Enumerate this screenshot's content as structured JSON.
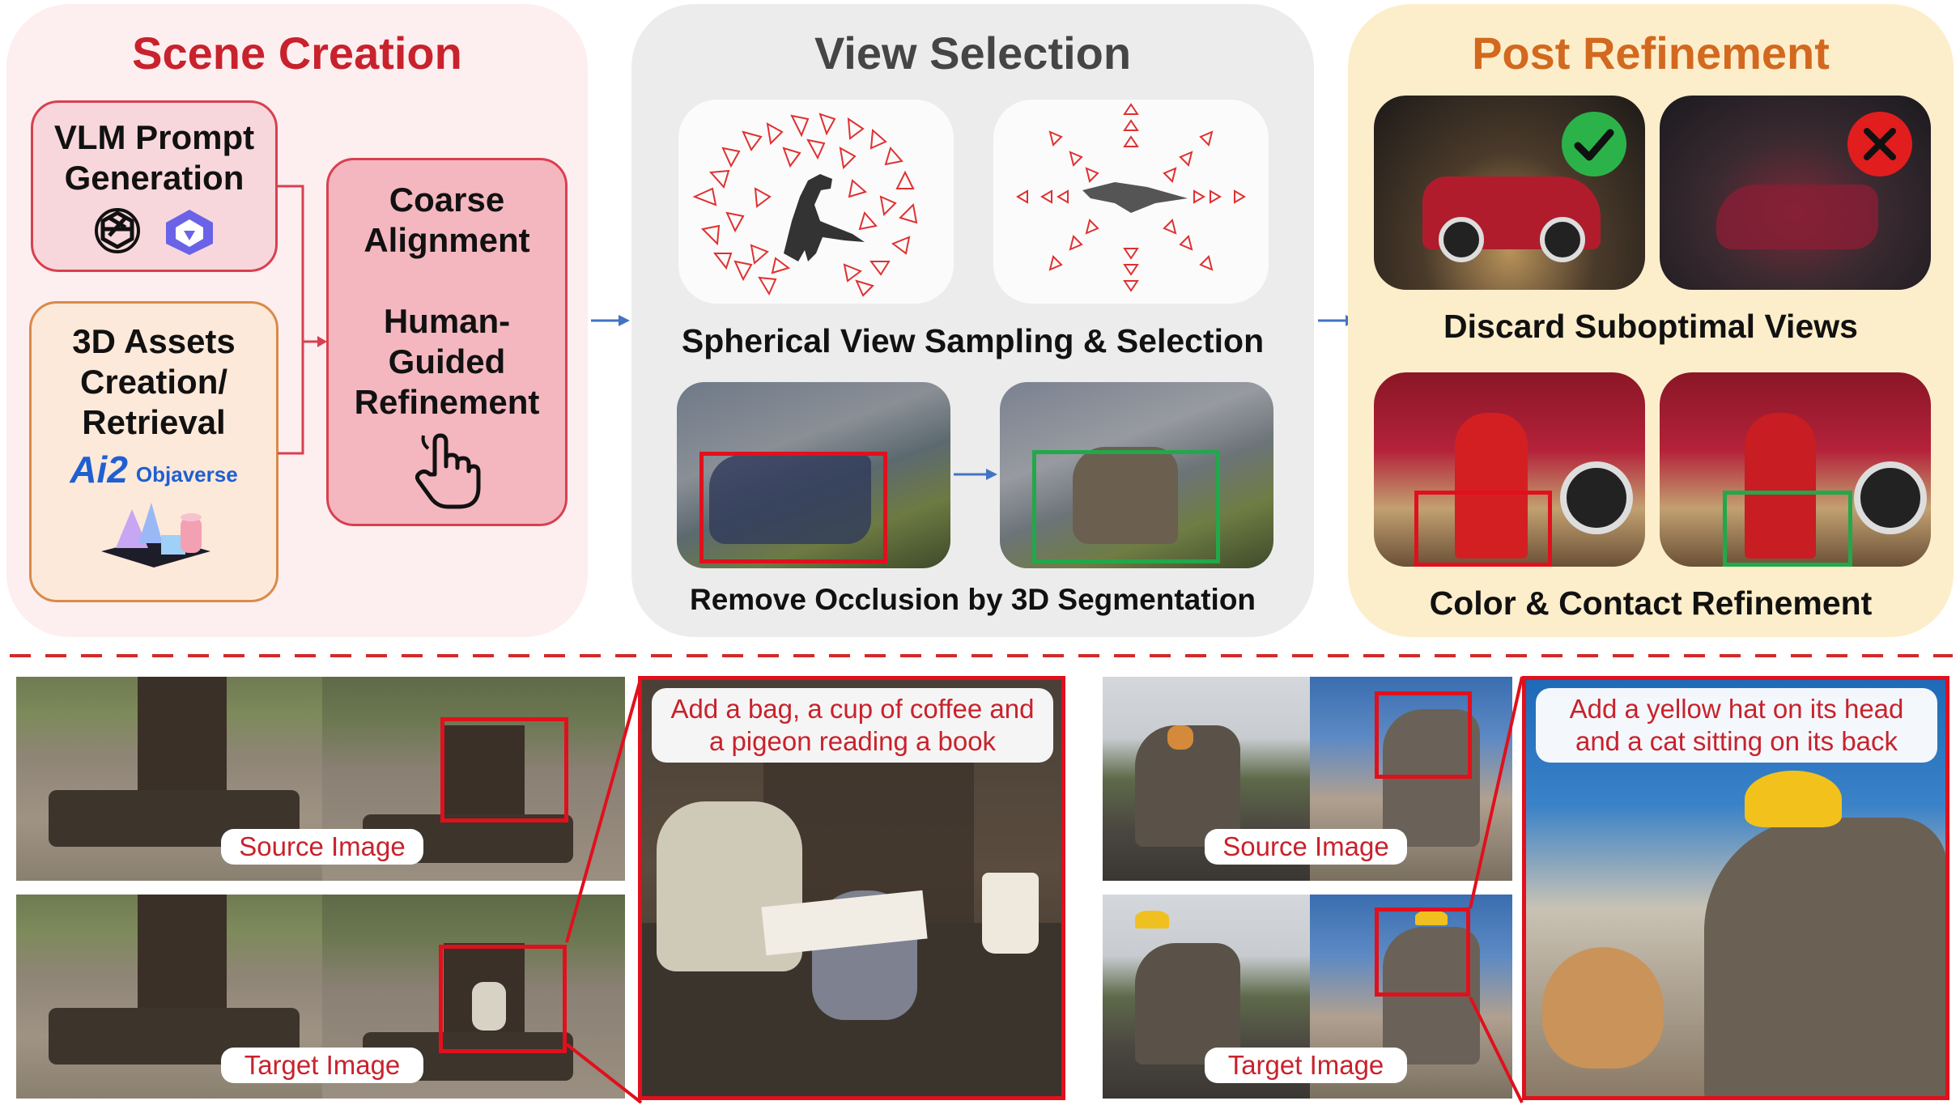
{
  "scene_creation": {
    "title": "Scene Creation",
    "vlm_box": {
      "line1": "VLM Prompt",
      "line2": "Generation"
    },
    "assets_box": {
      "line1": "3D Assets",
      "line2": "Creation/",
      "line3": "Retrieval",
      "logo_ai2": "Ai2",
      "logo_objaverse": "Objaverse"
    },
    "alignment_box": {
      "line1": "Coarse",
      "line2": "Alignment",
      "line3": "Human-",
      "line4": "Guided",
      "line5": "Refinement"
    }
  },
  "view_selection": {
    "title": "View Selection",
    "caption_top": "Spherical View Sampling & Selection",
    "caption_bottom": "Remove Occlusion by 3D Segmentation"
  },
  "post_refinement": {
    "title": "Post Refinement",
    "caption_top": "Discard Suboptimal Views",
    "caption_bottom": "Color & Contact Refinement"
  },
  "examples": {
    "left": {
      "source_label": "Source Image",
      "target_label": "Target Image",
      "prompt_line1": "Add a bag, a cup of coffee and",
      "prompt_line2": "a pigeon reading a book"
    },
    "right": {
      "source_label": "Source Image",
      "target_label": "Target Image",
      "prompt_line1": "Add a yellow hat on its head",
      "prompt_line2": "and a cat sitting on its back"
    }
  },
  "colors": {
    "scene_title": "#c8222c",
    "view_title": "#454545",
    "post_title": "#d2691e",
    "scene_panel": "#fdeef0",
    "view_panel": "#ececec",
    "post_panel": "#fdeecb",
    "accent_red": "#e0101c",
    "arrow_blue": "#4472c4"
  },
  "icons": [
    "openai-icon",
    "qwen-icon",
    "shapes-icon",
    "pointer-hand-icon",
    "check-icon",
    "cross-icon"
  ]
}
